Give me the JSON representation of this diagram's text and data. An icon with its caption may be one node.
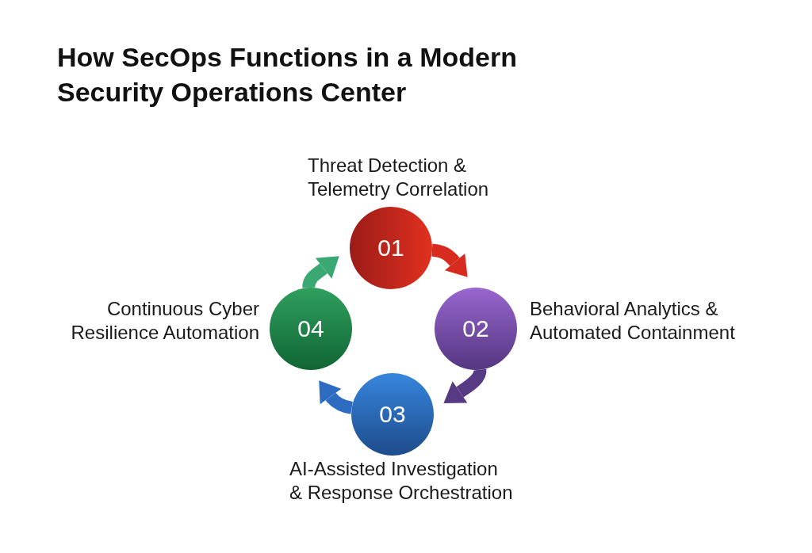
{
  "diagram": {
    "title": "How **SecOps Functions** in a Modern Security Operations Center",
    "nodes": [
      {
        "text": [
          "01"
        ],
        "beside": [
          "Threat Detection & Telemetry Correlation"
        ]
      },
      {
        "text": [
          "02"
        ],
        "beside": [
          "Behavioral Analytics & Automated Containment"
        ]
      },
      {
        "text": [
          "03"
        ],
        "beside": [
          "AI-Assisted Investigation & Response Orchestration"
        ]
      },
      {
        "text": [
          "04"
        ],
        "beside": [
          "Continuous Cyber Resilience Automation"
        ]
      }
    ],
    "edges": [
      {
        "from": 0,
        "to": 1,
        "arrow": "to",
        "color": "#d82b1f"
      },
      {
        "from": 1,
        "to": 2,
        "arrow": "to",
        "color": "#583a84"
      },
      {
        "from": 2,
        "to": 3,
        "arrow": "to",
        "color": "#2d6cc0"
      },
      {
        "from": 3,
        "to": 0,
        "arrow": "to",
        "color": "#3aa873"
      }
    ]
  }
}
